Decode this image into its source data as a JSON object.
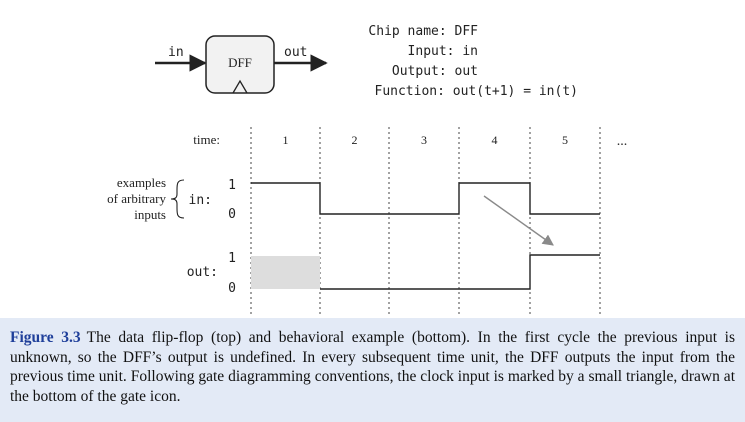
{
  "gate": {
    "input_label": "in",
    "output_label": "out",
    "chip_label": "DFF"
  },
  "spec": {
    "chip_name": "Chip name: DFF",
    "input": "Input: in",
    "output": "Output: out",
    "function": "Function: out(t+1) = in(t)"
  },
  "timing": {
    "time_label": "time:",
    "time_units": [
      "1",
      "2",
      "3",
      "4",
      "5"
    ],
    "ellipsis": "...",
    "examples_note": [
      "examples",
      "of arbitrary",
      "inputs"
    ],
    "in_label": "in:",
    "out_label": "out:",
    "level_high": "1",
    "level_low": "0",
    "in_signal": [
      1,
      0,
      0,
      1,
      0
    ],
    "out_signal": [
      null,
      0,
      0,
      0,
      1
    ]
  },
  "caption": {
    "label": "Figure 3.3",
    "text": "The data flip-flop (top) and behavioral example (bottom). In the first cycle the previous input is unknown, so the DFF’s output is undefined. In every subsequent time unit, the DFF outputs the input from the previous time unit. Following gate diagramming conventions, the clock input is marked by a small triangle, drawn at the bottom of the gate icon."
  },
  "colors": {
    "line": "#222222",
    "undefined_fill": "#dddddd",
    "arrow": "#8a8a8a",
    "caption_bg": "#e3eaf6",
    "caption_label": "#1f3f9a"
  }
}
